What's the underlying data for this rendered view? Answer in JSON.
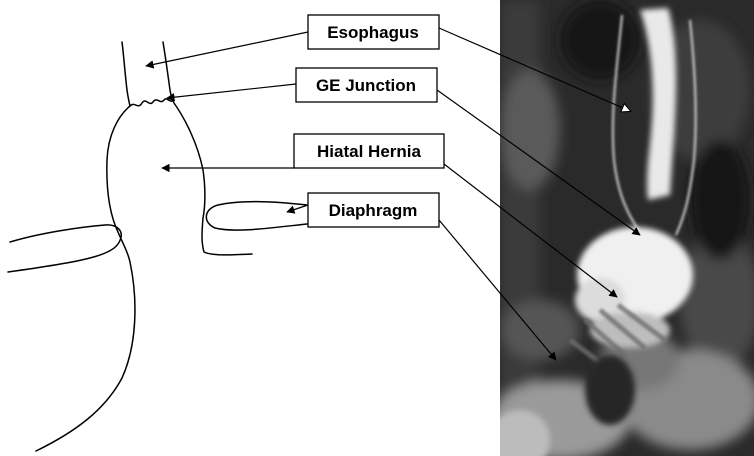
{
  "labels": {
    "esophagus": "Esophagus",
    "ge_junction": "GE Junction",
    "hiatal_hernia": "Hiatal Hernia",
    "diaphragm": "Diaphragm"
  },
  "colors": {
    "line": "#000000",
    "background": "#ffffff",
    "barium": "#f2f2f2",
    "film_dark": "#1e1e1e"
  }
}
